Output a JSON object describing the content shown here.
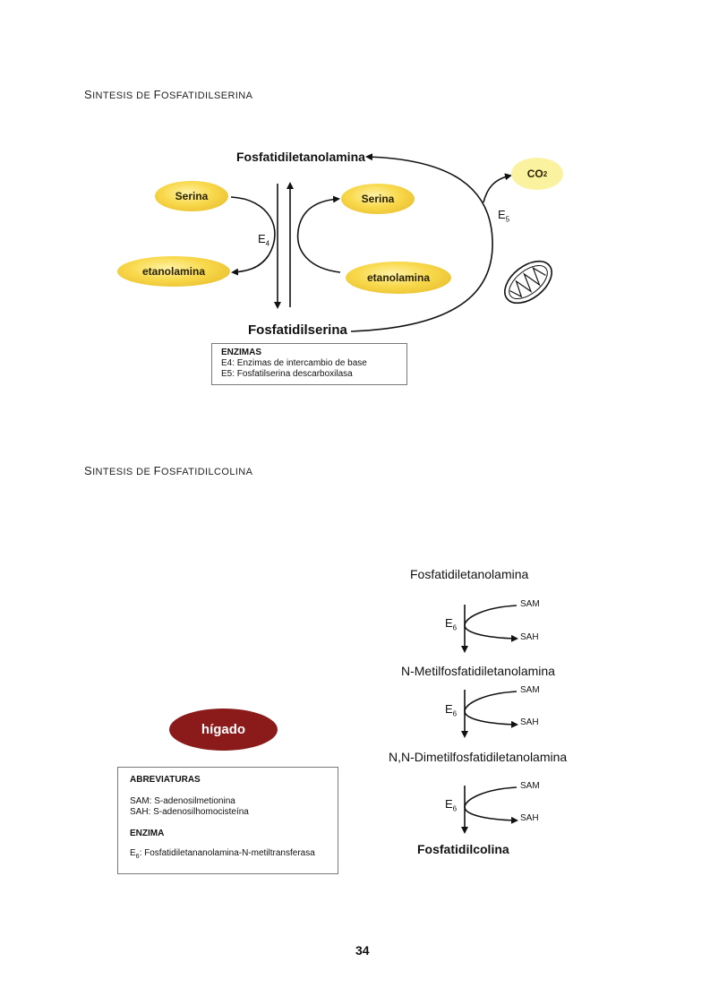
{
  "section1": {
    "title_cap1": "S",
    "title_rest1": "INTESIS DE ",
    "title_cap2": "F",
    "title_rest2": "OSFATIDILSERINA",
    "fosfatidiletanolamina": "Fosfatidiletanolamina",
    "fosfatidilserina": "Fosfatidilserina",
    "serina_left": "Serina",
    "etanolamina_left": "etanolamina",
    "serina_right": "Serina",
    "etanolamina_right": "etanolamina",
    "e4_letter": "E",
    "e4_sub": "4",
    "e5_letter": "E",
    "e5_sub": "5",
    "co2_main": "CO",
    "co2_sub": "2",
    "enzymes_box": {
      "heading": "ENZIMAS",
      "line1": "E4: Enzimas de intercambio de base",
      "line2": "E5: Fosfatilserina descarboxilasa"
    }
  },
  "section2": {
    "title_cap1": "S",
    "title_rest1": "INTESIS DE ",
    "title_cap2": "F",
    "title_rest2": "OSFATIDILCOLINA",
    "step0": "Fosfatidiletanolamina",
    "step1": "N-Metilfosfatidiletanolamina",
    "step2": "N,N-Dimetilfosfatidiletanolamina",
    "step3": "Fosfatidilcolina",
    "sam": "SAM",
    "sah": "SAH",
    "e6_letter": "E",
    "e6_sub": "6",
    "higado": "hígado",
    "abbrev_box": {
      "heading": "ABREVIATURAS",
      "sam_line": "SAM: S-adenosilmetionina",
      "sah_line": "SAH: S-adenosilhomocisteína",
      "enzyme_heading": "ENZIMA",
      "e6_prefix": "E",
      "e6_sub": "6",
      "e6_text": ": Fosfatidiletananolamina-N-metiltransferasa"
    }
  },
  "page_number": "34",
  "colors": {
    "ellipse_yellow": "#f8d84a",
    "co2_fill": "#fbf2a0",
    "higado_red": "#8b1a1a"
  }
}
